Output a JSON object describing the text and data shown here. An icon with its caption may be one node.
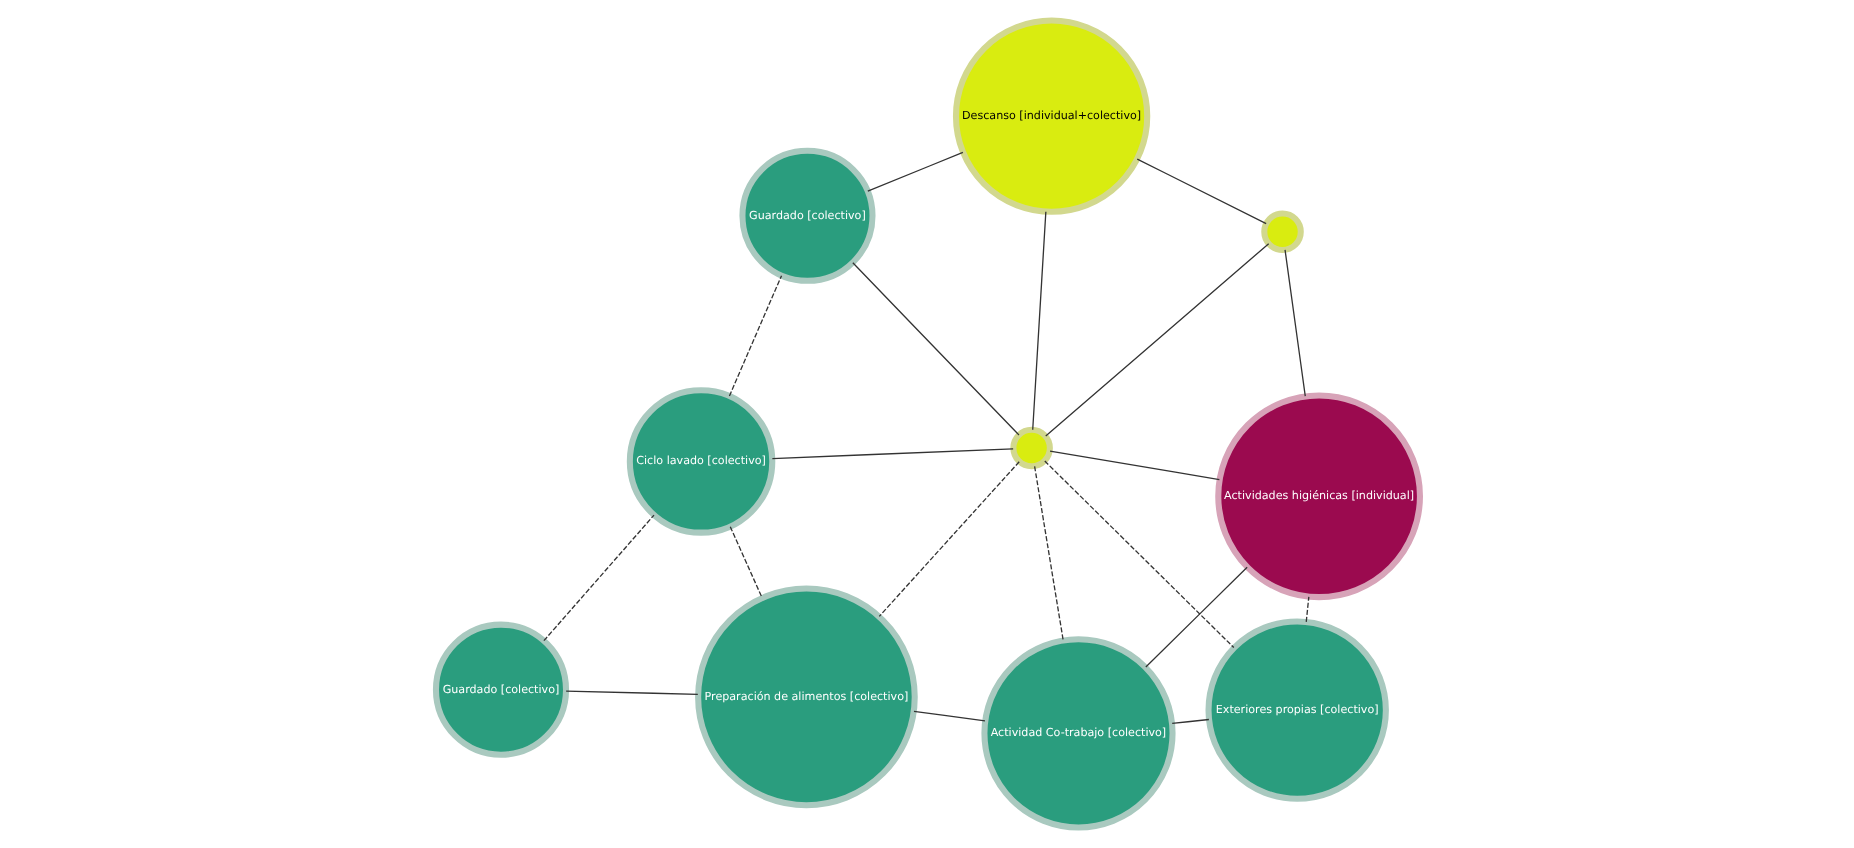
{
  "diagram": {
    "nodes": [
      {
        "text": [
          "Guardado [colectivo]"
        ]
      },
      {
        "text": [
          "Ciclo lavado [colectivo]"
        ]
      },
      {
        "text": [
          "Guardado [colectivo]"
        ]
      },
      {
        "text": [
          "Descanso [individual+colectivo]"
        ]
      },
      {
        "text": [],
        "shape": "circle"
      },
      {
        "text": [],
        "shape": "circle"
      },
      {
        "text": [
          "Preparación de alimentos [colectivo]"
        ]
      },
      {
        "text": [
          "Actividad Co-trabajo [colectivo]"
        ]
      },
      {
        "text": [
          "Actividades higiénicas [individual]"
        ]
      },
      {
        "text": [
          "Exteriores propias [colectivo]"
        ]
      }
    ],
    "edges": [
      {
        "from": 0,
        "to": 6,
        "arrow": "none"
      },
      {
        "from": 0,
        "to": 1,
        "arrow": "none",
        "style": "dashed"
      },
      {
        "from": 1,
        "to": 2,
        "arrow": "none",
        "style": "dashed"
      },
      {
        "from": 1,
        "to": 6,
        "arrow": "none",
        "style": "dashed"
      },
      {
        "from": 1,
        "to": 5,
        "arrow": "none"
      },
      {
        "from": 2,
        "to": 5,
        "arrow": "none"
      },
      {
        "from": 2,
        "to": 3,
        "arrow": "none"
      },
      {
        "from": 3,
        "to": 4,
        "arrow": "none"
      },
      {
        "from": 3,
        "to": 5,
        "arrow": "none"
      },
      {
        "from": 4,
        "to": 5,
        "arrow": "none"
      },
      {
        "from": 4,
        "to": 8,
        "arrow": "none"
      },
      {
        "from": 5,
        "to": 6,
        "arrow": "none",
        "style": "dashed"
      },
      {
        "from": 5,
        "to": 7,
        "arrow": "none",
        "style": "dashed"
      },
      {
        "from": 5,
        "to": 9,
        "arrow": "none",
        "style": "dashed"
      },
      {
        "from": 5,
        "to": 8,
        "arrow": "none"
      },
      {
        "from": 6,
        "to": 7,
        "arrow": "none"
      },
      {
        "from": 7,
        "to": 8,
        "arrow": "none"
      },
      {
        "from": 7,
        "to": 9,
        "arrow": "none"
      },
      {
        "from": 9,
        "to": 8,
        "arrow": "none",
        "style": "dashed"
      }
    ]
  }
}
